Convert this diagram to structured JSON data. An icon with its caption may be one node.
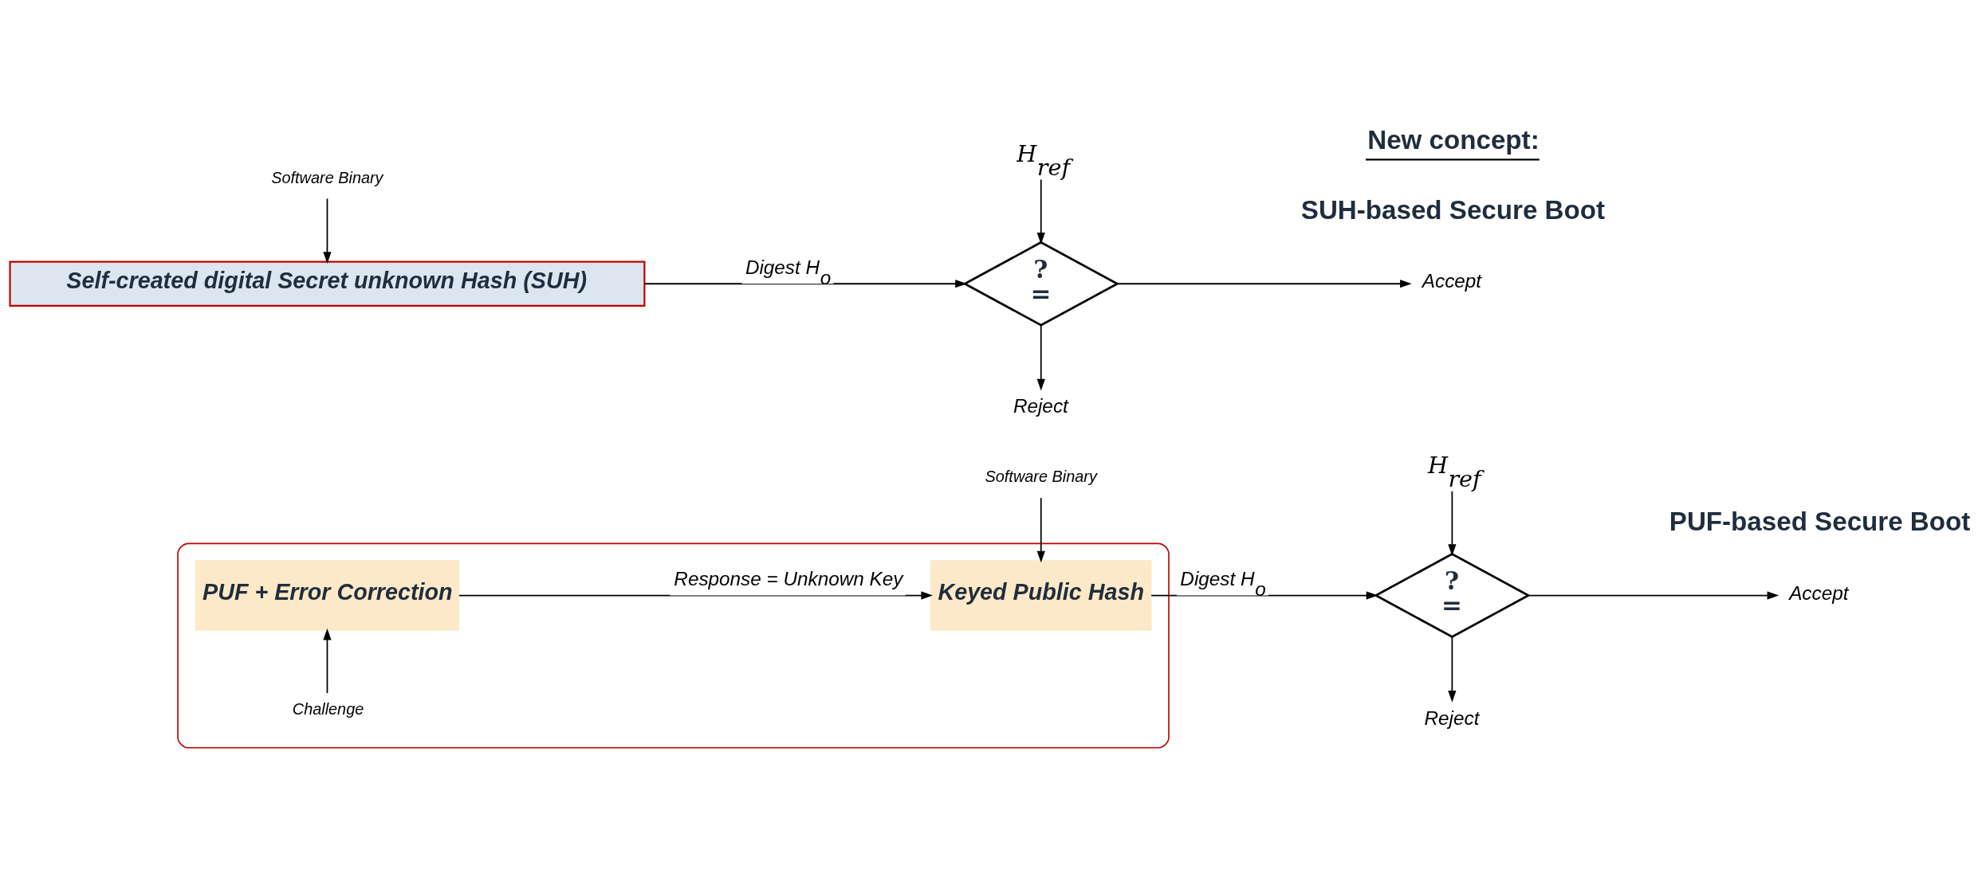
{
  "diagram": {
    "nodes": [
      {
        "text": [],
        "shape": "box"
      },
      {
        "text": [
          "Challenge"
        ],
        "in": 0
      },
      {
        "text": [
          "PUF + Error Correction"
        ],
        "in": 0
      },
      {
        "text": [
          "Keyed Public Hash"
        ],
        "in": 0
      },
      {
        "text": [
          "Software Binary"
        ]
      },
      {
        "text": [
          "H$_{ref}$"
        ]
      },
      {
        "text": [
          "?",
          "="
        ]
      },
      {
        "text": [
          "Accept"
        ]
      },
      {
        "text": [
          "Reject"
        ]
      },
      {
        "text": [
          "Self-created digital Secret unknown Hash (SUH)"
        ]
      },
      {
        "text": [
          "Software Binary"
        ]
      },
      {
        "text": [
          "H$_{ref}$"
        ]
      },
      {
        "text": [
          "?",
          "="
        ]
      },
      {
        "text": [
          "Accept"
        ]
      },
      {
        "text": [
          "Reject"
        ]
      }
    ],
    "edges": [
      {
        "from": 1,
        "to": 2,
        "arrow": "to"
      },
      {
        "from": 2,
        "to": 3,
        "arrow": "to",
        "label": "Response = Unknown Key"
      },
      {
        "from": 4,
        "to": 3,
        "arrow": "to"
      },
      {
        "from": 3,
        "to": 6,
        "arrow": "to",
        "label": "Digest H$_{o}$"
      },
      {
        "from": 5,
        "to": 6,
        "arrow": "to"
      },
      {
        "from": 6,
        "to": 7,
        "arrow": "to"
      },
      {
        "from": 6,
        "to": 8,
        "arrow": "to"
      },
      {
        "from": 10,
        "to": 9,
        "arrow": "to"
      },
      {
        "from": 9,
        "to": 12,
        "arrow": "to",
        "label": "Digest H$_{o}$"
      },
      {
        "from": 11,
        "to": 12,
        "arrow": "to"
      },
      {
        "from": 12,
        "to": 13,
        "arrow": "to"
      },
      {
        "from": 12,
        "to": 14,
        "arrow": "to"
      }
    ],
    "labels": [
      "PUF-based Secure Boot",
      "New concept:",
      "SUH-based Secure Boot"
    ]
  }
}
